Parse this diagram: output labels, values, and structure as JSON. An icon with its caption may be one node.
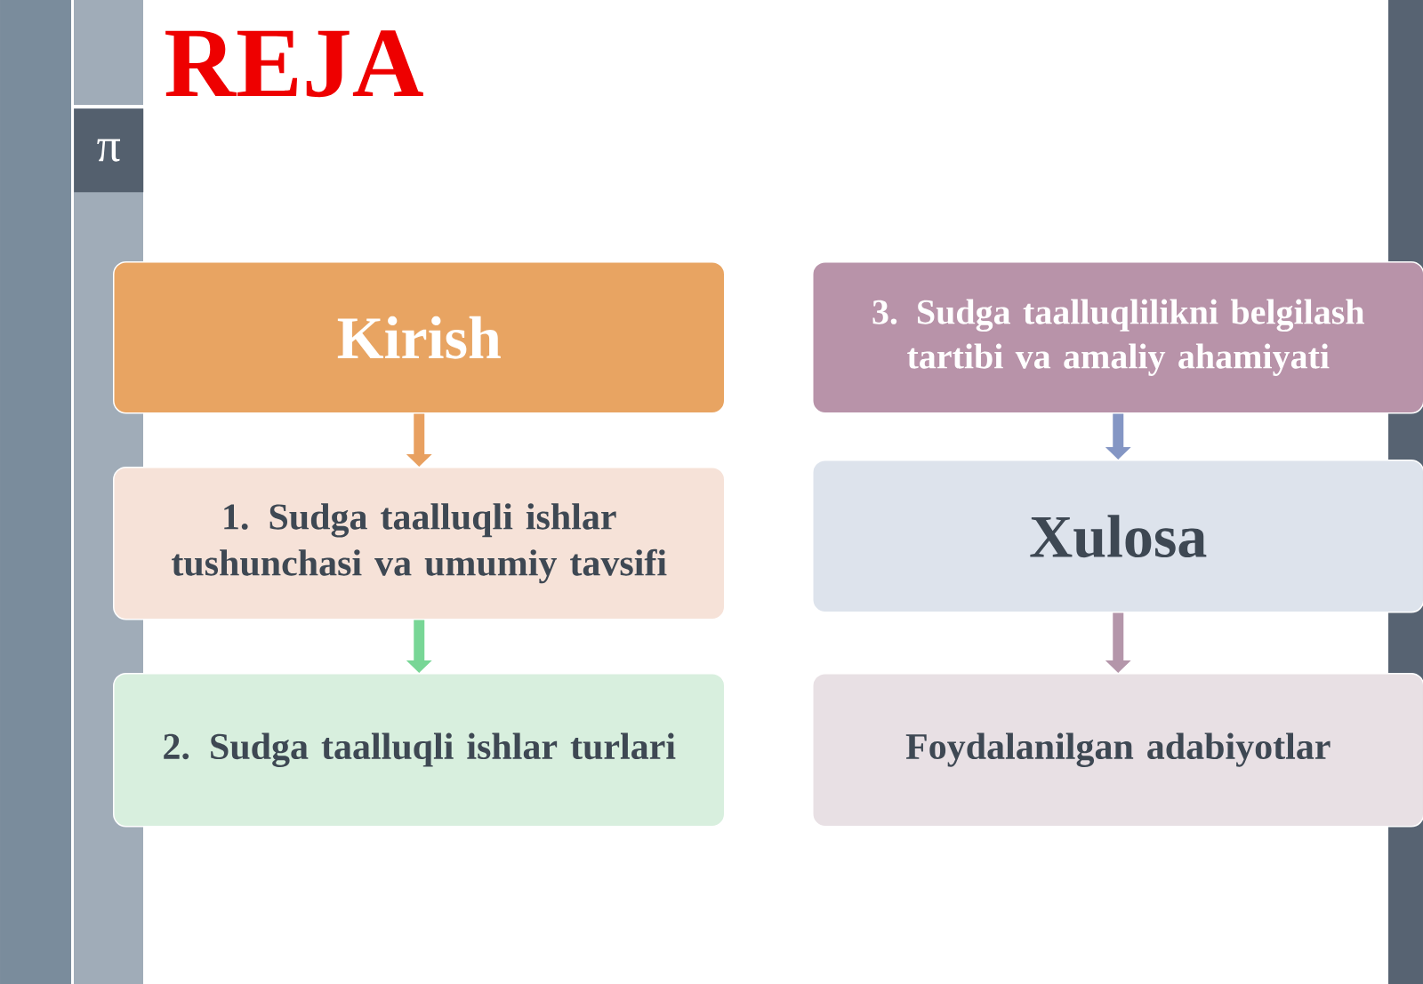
{
  "diagram": {
    "title": "REJA",
    "nodes": [
      {
        "text": [
          "Kirish"
        ]
      },
      {
        "text": [
          "1. Sudga taalluqli ishlar tushunchasi va umumiy tavsifi"
        ]
      },
      {
        "text": [
          "2. Sudga taalluqli ishlar turlari"
        ]
      },
      {
        "text": [
          "3. Sudga taalluqlilikni belgilash tartibi va amaliy ahamiyati"
        ]
      },
      {
        "text": [
          "Xulosa"
        ]
      },
      {
        "text": [
          "Foydalanilgan adabiyotlar"
        ]
      }
    ],
    "edges": [
      {
        "from": 0,
        "to": 1,
        "arrow": "to",
        "color": "#e8a060"
      },
      {
        "from": 1,
        "to": 2,
        "arrow": "to",
        "color": "#78d696"
      },
      {
        "from": 3,
        "to": 4,
        "arrow": "to",
        "color": "#8496c4"
      },
      {
        "from": 4,
        "to": 5,
        "arrow": "to",
        "color": "#b496aa"
      }
    ],
    "labels": [
      "π"
    ]
  }
}
